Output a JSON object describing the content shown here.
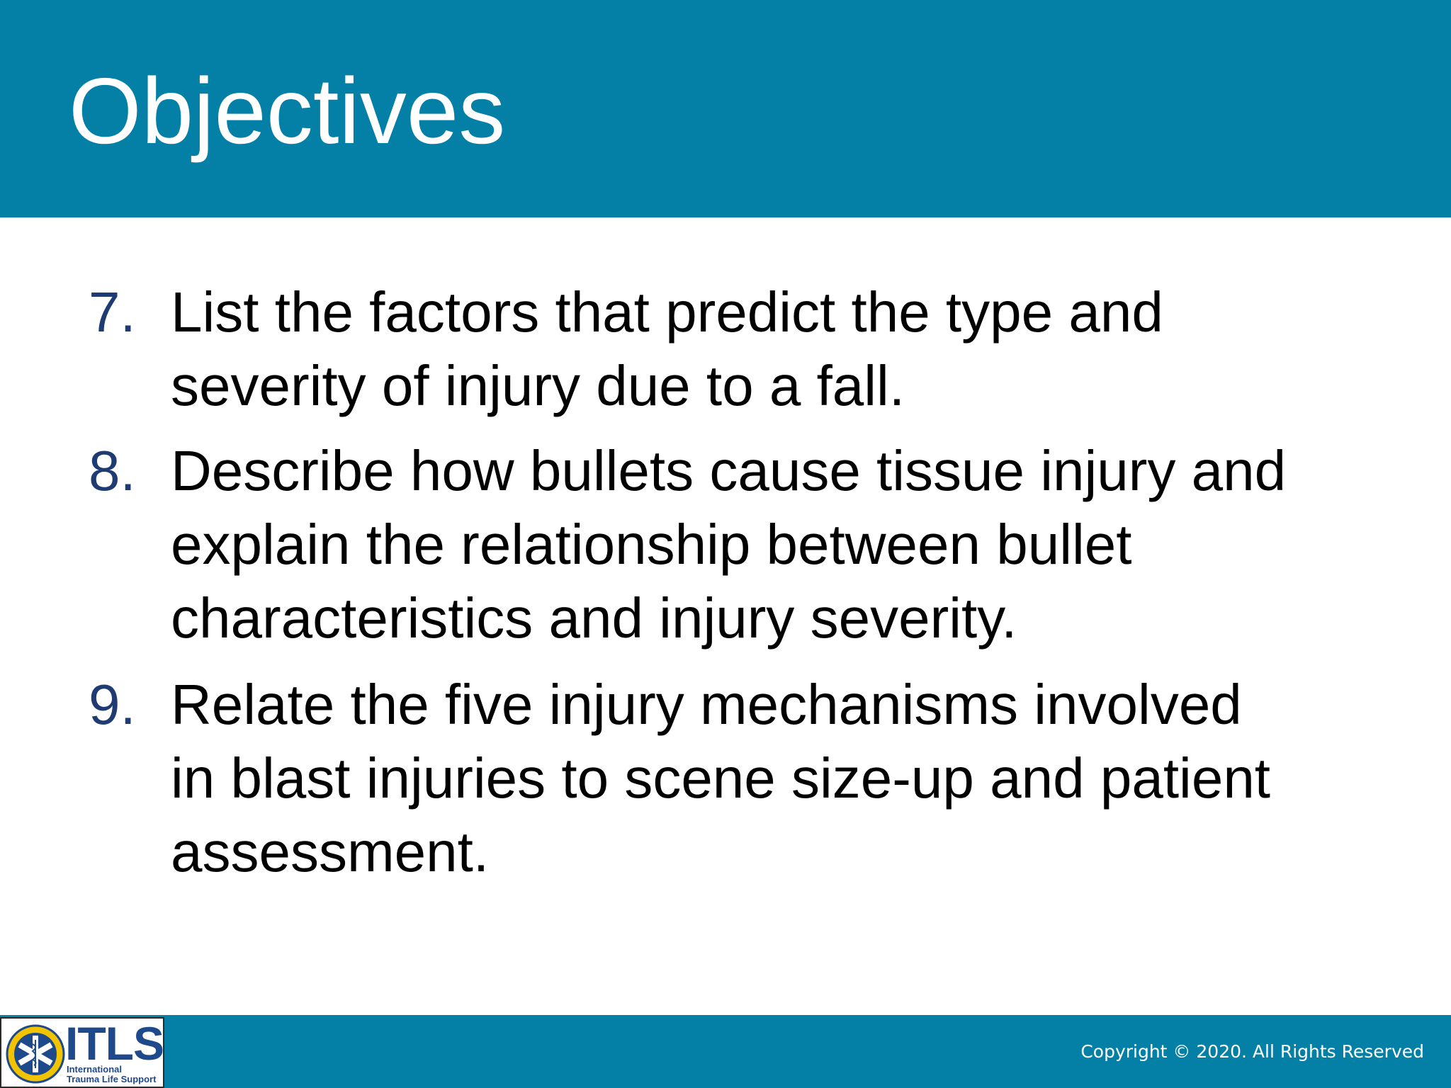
{
  "slide": {
    "title": "Objectives",
    "objectives": [
      {
        "number": "7.",
        "lines": [
          "List the factors that predict the type and",
          "severity of injury due to a fall."
        ]
      },
      {
        "number": "8.",
        "lines": [
          "Describe how bullets cause tissue injury and",
          "explain the relationship between bullet",
          "characteristics and injury severity."
        ]
      },
      {
        "number": "9.",
        "lines": [
          "Relate the five injury mechanisms involved",
          "in blast injuries to scene size-up and patient",
          "assessment."
        ]
      }
    ]
  },
  "footer": {
    "logo": {
      "icon": "star-of-life-icon",
      "wordmark": "ITLS",
      "subtitle_line1": "International",
      "subtitle_line2": "Trauma Life Support"
    },
    "copyright": "Copyright © 2020. All Rights Reserved"
  },
  "colors": {
    "header_bar": "#047fa6",
    "footer_bar": "#047fa6",
    "title_text": "#ffffff",
    "number_text": "#1f3b73",
    "body_text": "#000000",
    "logo_blue": "#1e4a8c",
    "logo_gold": "#f2c300"
  }
}
